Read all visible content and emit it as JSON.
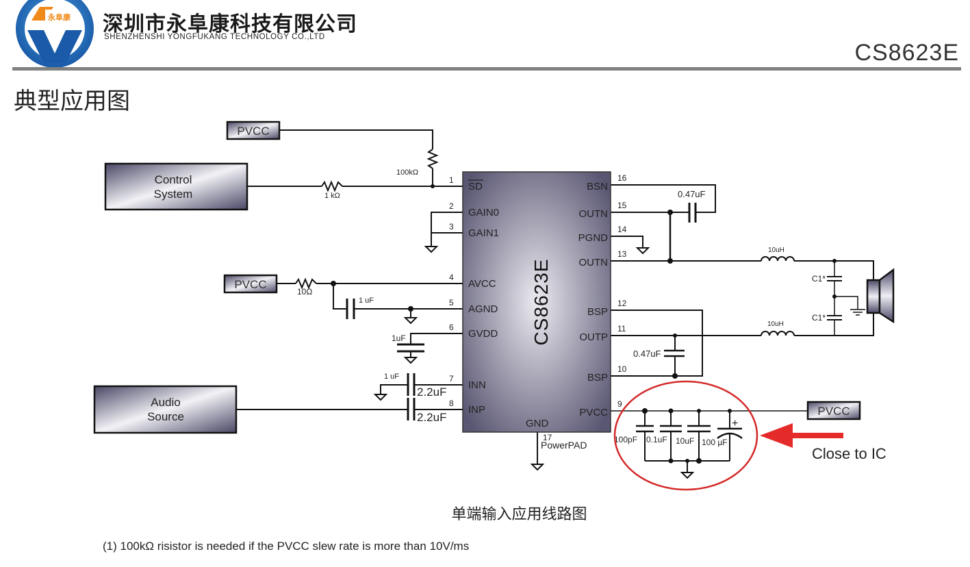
{
  "header": {
    "logo_text": "永阜康",
    "company_name_cn": "深圳市永阜康科技有限公司",
    "company_name_en": "SHENZHENSHI YONGFUKANG TECHNOLOGY CO.,LTD",
    "part_number": "CS8623E"
  },
  "section_title": "典型应用图",
  "diagram": {
    "ic": {
      "name": "CS8623E",
      "left_pins": [
        {
          "num": "1",
          "label": "SD",
          "overbar": true
        },
        {
          "num": "2",
          "label": "GAIN0"
        },
        {
          "num": "3",
          "label": "GAIN1"
        },
        {
          "num": "4",
          "label": "AVCC"
        },
        {
          "num": "5",
          "label": "AGND"
        },
        {
          "num": "6",
          "label": "GVDD"
        },
        {
          "num": "7",
          "label": "INN"
        },
        {
          "num": "8",
          "label": "INP"
        }
      ],
      "right_pins": [
        {
          "num": "16",
          "label": "BSN"
        },
        {
          "num": "15",
          "label": "OUTN"
        },
        {
          "num": "14",
          "label": "PGND"
        },
        {
          "num": "13",
          "label": "OUTN"
        },
        {
          "num": "12",
          "label": "BSP"
        },
        {
          "num": "11",
          "label": "OUTP"
        },
        {
          "num": "10",
          "label": "BSP"
        },
        {
          "num": "9",
          "label": "PVCC"
        }
      ],
      "bottom_pin": {
        "num": "17",
        "label": "GND",
        "pad_label": "PowerPAD"
      }
    },
    "blocks": {
      "control_system": [
        "Control",
        "System"
      ],
      "audio_source": [
        "Audio",
        "Source"
      ],
      "pvcc_top": "PVCC",
      "pvcc_avcc": "PVCC",
      "pvcc_right": "PVCC"
    },
    "components": {
      "r_pullup": "100kΩ",
      "r_series": "1 kΩ",
      "r_avcc": "10Ω",
      "c_avcc": "1 uF",
      "c_gvdd": "1uF",
      "c_inn_gnd": "1 uF",
      "c_inn": "2.2uF",
      "c_inp": "2.2uF",
      "c_bsn": "0.47uF",
      "c_bsp": "0.47uF",
      "l_n": "10uH",
      "l_p": "10uH",
      "c1_top": "C1*",
      "c1_bot": "C1*",
      "decap": [
        "100pF",
        "0.1uF",
        "10uF",
        "100 µF"
      ],
      "polarity": "+"
    },
    "annotation": {
      "text": "Close to IC",
      "color": "#e52a2a"
    }
  },
  "caption": "单端输入应用线路图",
  "note": "(1) 100kΩ risistor is needed if the PVCC slew rate is more than 10V/ms"
}
